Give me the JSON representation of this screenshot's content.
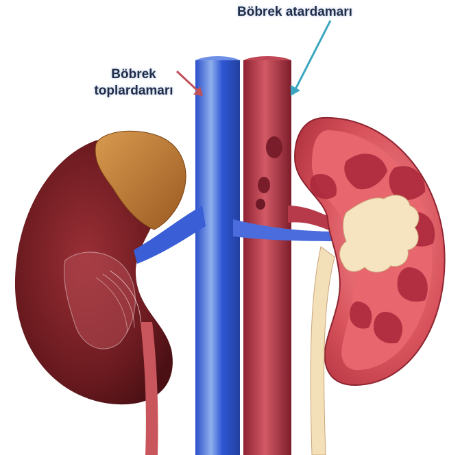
{
  "labels": {
    "renal_artery": "Böbrek atardamarı",
    "renal_vein_line1": "Böbrek",
    "renal_vein_line2": "toplardamarı"
  },
  "colors": {
    "vein": "#3f63d6",
    "artery": "#b23a48",
    "kidney_outer": "#7a1c22",
    "kidney_cut": "#e06a70",
    "pelvis": "#f3dfb8",
    "adrenal": "#c07a30",
    "arrow_artery": "#3aa6bf",
    "arrow_vein": "#c0505a"
  }
}
